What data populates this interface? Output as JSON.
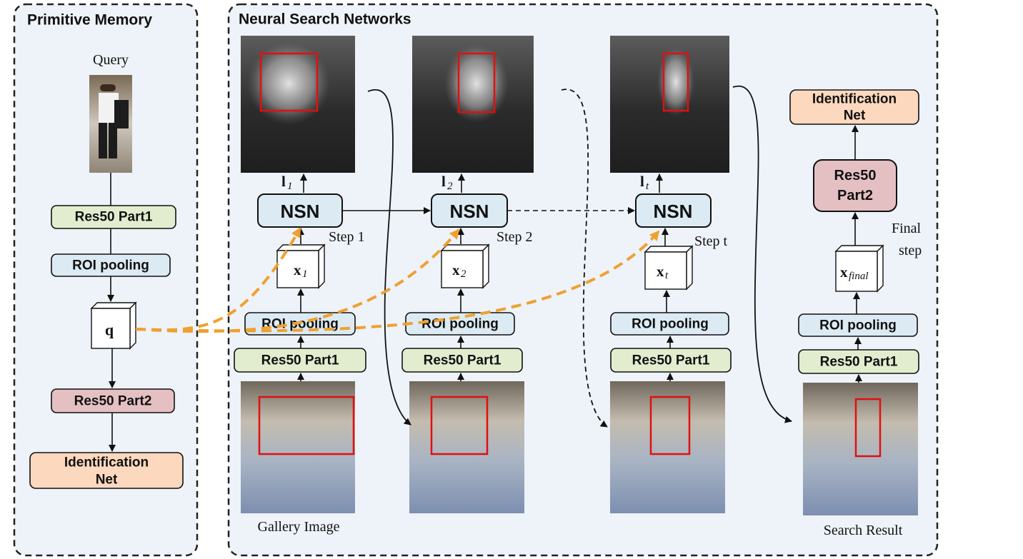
{
  "panels": {
    "primitive_memory": {
      "title": "Primitive Memory"
    },
    "neural_search": {
      "title": "Neural Search Networks"
    }
  },
  "memory": {
    "query_label": "Query",
    "res50_part1": "Res50 Part1",
    "roi_pooling": "ROI pooling",
    "query_feature": "q",
    "res50_part2": "Res50 Part2",
    "identification_net_line1": "Identification",
    "identification_net_line2": "Net"
  },
  "search": {
    "nsn_label": "NSN",
    "roi_pooling": "ROI pooling",
    "res50_part1": "Res50 Part1",
    "gallery_label": "Gallery Image",
    "steps": [
      {
        "step_label": "Step 1",
        "loc_base": "l",
        "loc_sub": "1",
        "feat_base": "x",
        "feat_sub": "1"
      },
      {
        "step_label": "Step 2",
        "loc_base": "l",
        "loc_sub": "2",
        "feat_base": "x",
        "feat_sub": "2"
      },
      {
        "step_label": "Step t",
        "loc_base": "l",
        "loc_sub": "t",
        "feat_base": "x",
        "feat_sub": "t"
      }
    ],
    "final": {
      "step_label_line1": "Final",
      "step_label_line2": "step",
      "feat_base": "x",
      "feat_sub": "final",
      "res50_part2_line1": "Res50",
      "res50_part2_line2": "Part2",
      "identification_net_line1": "Identification",
      "identification_net_line2": "Net",
      "result_label": "Search Result"
    }
  },
  "colors": {
    "panel_fill": "#eef3f9",
    "green_box": "#e2edcf",
    "blue_box": "#dcebf3",
    "red_box": "#e5c0c3",
    "orange_box": "#fcd9be",
    "orange_arrow": "#f0a030",
    "highlight_box": "#e01010"
  }
}
